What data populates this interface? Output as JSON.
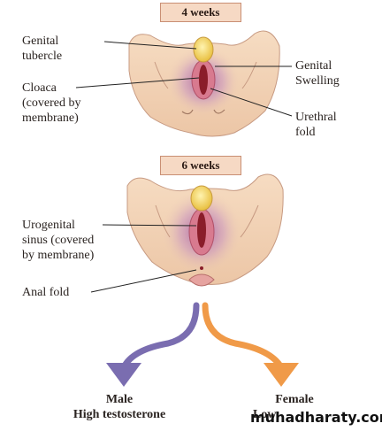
{
  "stage1": {
    "title": "4 weeks",
    "labels": {
      "genital_tubercle_1": "Genital",
      "genital_tubercle_2": "tubercle",
      "cloaca_1": "Cloaca",
      "cloaca_2": "(covered by",
      "cloaca_3": "membrane)",
      "genital_swelling_1": "Genital",
      "genital_swelling_2": "Swelling",
      "urethral_fold_1": "Urethral",
      "urethral_fold_2": "fold"
    }
  },
  "stage2": {
    "title": "6 weeks",
    "labels": {
      "urogenital_sinus_1": "Urogenital",
      "urogenital_sinus_2": "sinus (covered",
      "urogenital_sinus_3": "by membrane)",
      "anal_fold": "Anal fold"
    }
  },
  "outcomes": {
    "male_title": "Male",
    "male_sub": "High testosterone",
    "female_title": "Female",
    "female_sub": "Low"
  },
  "watermark": "muhadharaty.com",
  "colors": {
    "skin": "#f1d2b3",
    "skin_shadow": "#c79a82",
    "purple_tint": "#a86aa4",
    "tubercle": "#f2d060",
    "slit": "#8a1d2a",
    "badge_fill": "#f6d9c4",
    "male_arrow": "#7a6db0",
    "female_arrow": "#f09a48"
  }
}
